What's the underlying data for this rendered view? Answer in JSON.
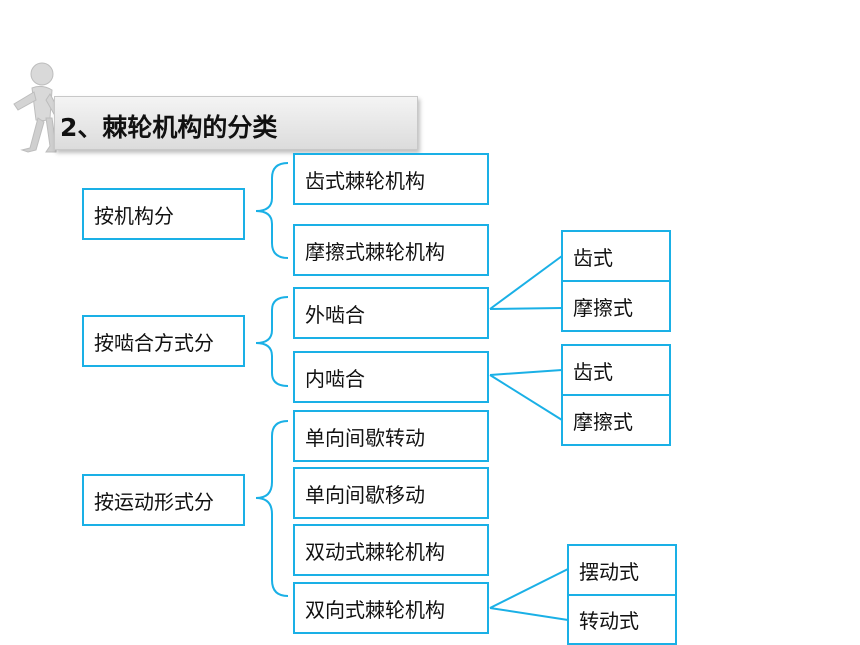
{
  "title": "2、棘轮机构的分类",
  "categories": {
    "mechanism": "按机构分",
    "meshing": "按啮合方式分",
    "motion": "按运动形式分"
  },
  "mechanism_items": [
    "齿式棘轮机构",
    "摩擦式棘轮机构"
  ],
  "meshing_items": [
    "外啮合",
    "内啮合"
  ],
  "outer_sub": [
    "齿式",
    "摩擦式"
  ],
  "inner_sub": [
    "齿式",
    "摩擦式"
  ],
  "motion_items": [
    "单向间歇转动",
    "单向间歇移动",
    "双动式棘轮机构",
    "双向式棘轮机构"
  ],
  "bidirectional_sub": [
    "摆动式",
    "转动式"
  ],
  "colors": {
    "accent": "#1ab0e6",
    "title_bg": "#e6e6e6"
  },
  "icons": {
    "figure": "thinking-person-icon"
  }
}
